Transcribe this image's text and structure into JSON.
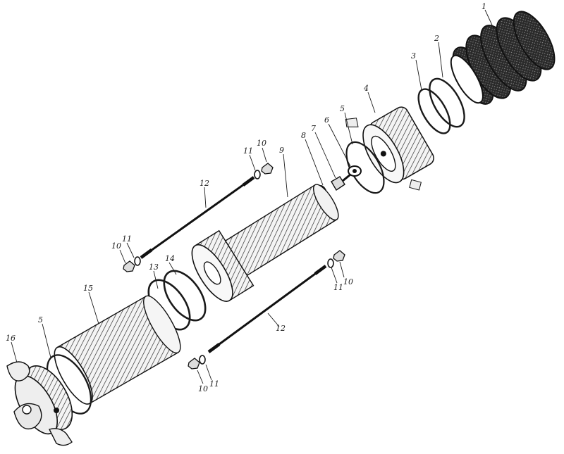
{
  "diagram": {
    "parts": [
      {
        "id": "bellows",
        "number": "1"
      },
      {
        "id": "ring-outer",
        "number": "2"
      },
      {
        "id": "ring-inner",
        "number": "3"
      },
      {
        "id": "front-cover",
        "number": "4"
      },
      {
        "id": "gasket-front",
        "number": "5"
      },
      {
        "id": "eye-fitting",
        "number": "6"
      },
      {
        "id": "nut-fitting",
        "number": "7"
      },
      {
        "id": "washer-fitting",
        "number": "8"
      },
      {
        "id": "piston-rod",
        "number": "9"
      },
      {
        "id": "nut-top",
        "number": "10"
      },
      {
        "id": "washer-top",
        "number": "11"
      },
      {
        "id": "tie-rod-upper",
        "number": "12"
      },
      {
        "id": "nut-left",
        "number": "10"
      },
      {
        "id": "washer-left",
        "number": "11"
      },
      {
        "id": "ring-13",
        "number": "13"
      },
      {
        "id": "ring-14",
        "number": "14"
      },
      {
        "id": "cylinder",
        "number": "15"
      },
      {
        "id": "gasket-rear",
        "number": "5"
      },
      {
        "id": "rear-cover",
        "number": "16"
      },
      {
        "id": "nut-right",
        "number": "10"
      },
      {
        "id": "washer-right",
        "number": "11"
      },
      {
        "id": "tie-rod-lower",
        "number": "12"
      },
      {
        "id": "nut-bottom",
        "number": "10"
      },
      {
        "id": "washer-bottom",
        "number": "11"
      }
    ]
  }
}
